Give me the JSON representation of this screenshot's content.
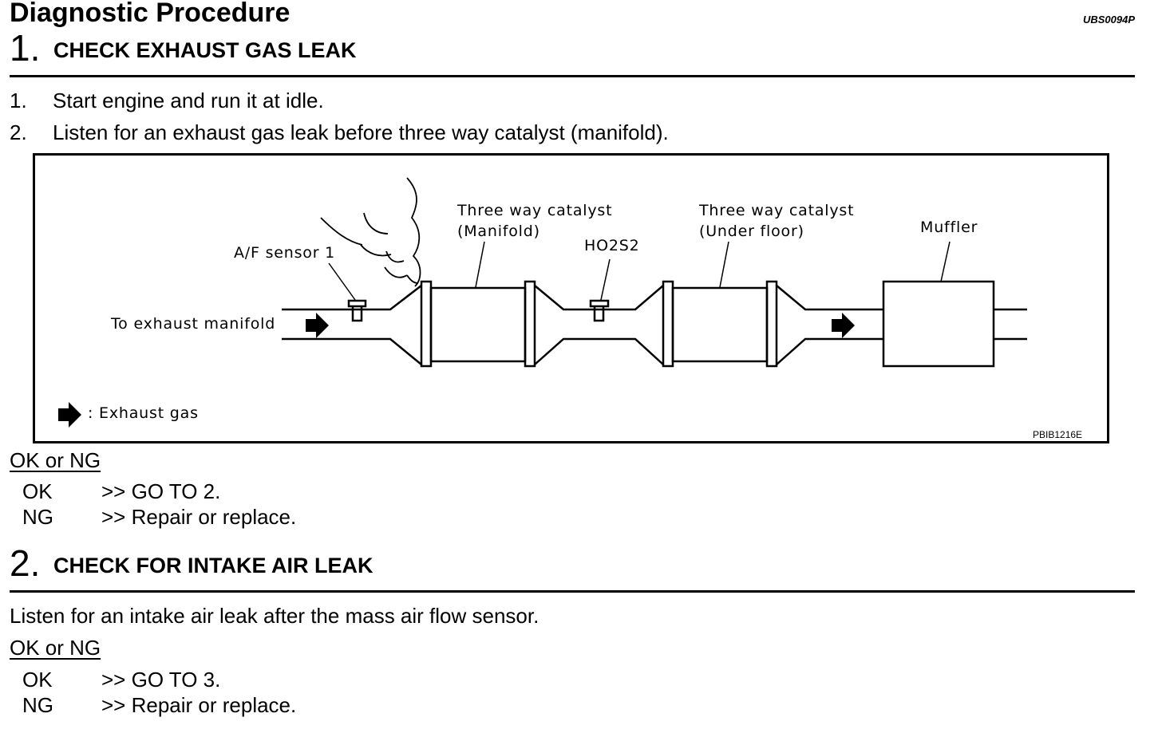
{
  "header": {
    "title": "Diagnostic Procedure",
    "doc_code": "UBS0094P"
  },
  "step1": {
    "number": "1.",
    "title": "CHECK EXHAUST GAS LEAK",
    "instructions": [
      {
        "num": "1.",
        "text": "Start engine and run it at idle."
      },
      {
        "num": "2.",
        "text": "Listen for an exhaust gas leak before three way catalyst (manifold)."
      }
    ],
    "result_heading": "OK or NG",
    "results": [
      {
        "key": "OK",
        "value": ">> GO TO 2."
      },
      {
        "key": "NG",
        "value": ">> Repair or replace."
      }
    ]
  },
  "diagram": {
    "labels": {
      "af_sensor": "A/F sensor 1",
      "twc_manifold_l1": "Three way catalyst",
      "twc_manifold_l2": "(Manifold)",
      "ho2s2": "HO2S2",
      "twc_underfloor_l1": "Three way catalyst",
      "twc_underfloor_l2": "(Under floor)",
      "muffler": "Muffler",
      "to_manifold": "To exhaust manifold",
      "legend": ": Exhaust gas"
    },
    "figure_code": "PBIB1216E"
  },
  "step2": {
    "number": "2.",
    "title": "CHECK FOR INTAKE AIR LEAK",
    "text": "Listen for an intake air leak after the mass air flow sensor.",
    "result_heading": "OK or NG",
    "results": [
      {
        "key": "OK",
        "value": ">> GO TO 3."
      },
      {
        "key": "NG",
        "value": ">> Repair or replace."
      }
    ]
  }
}
